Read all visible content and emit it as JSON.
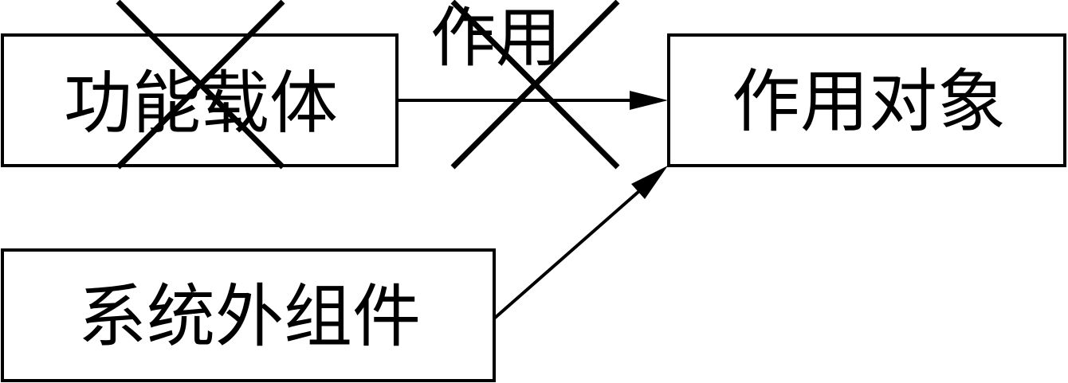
{
  "nodes": {
    "function_carrier": {
      "label": "功能载体",
      "crossed_out": true
    },
    "target_object": {
      "label": "作用对象",
      "crossed_out": false
    },
    "external_component": {
      "label": "系统外组件",
      "crossed_out": false
    }
  },
  "edges": {
    "carrier_to_target": {
      "label": "作用",
      "crossed_out": true
    },
    "external_to_target": {
      "label": ""
    }
  },
  "colors": {
    "stroke": "#000000",
    "background": "#ffffff"
  }
}
